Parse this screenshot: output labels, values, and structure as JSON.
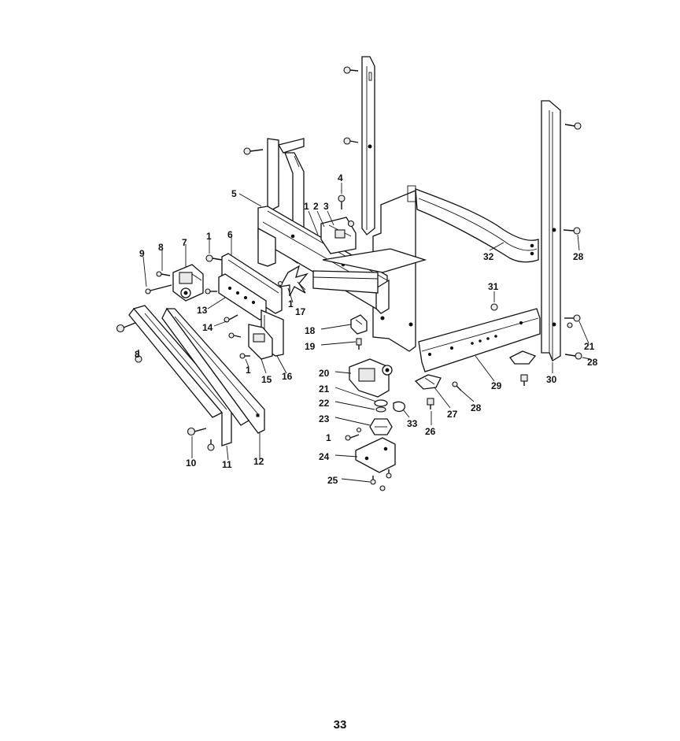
{
  "diagram": {
    "callouts": [
      "1",
      "2",
      "3",
      "4",
      "5",
      "6",
      "7",
      "8",
      "9",
      "1",
      "13",
      "14",
      "17",
      "18",
      "19",
      "1",
      "15",
      "16",
      "8",
      "10",
      "11",
      "12",
      "20",
      "21",
      "22",
      "23",
      "1",
      "24",
      "25",
      "33",
      "26",
      "27",
      "28",
      "29",
      "30",
      "31",
      "32",
      "28",
      "21",
      "28"
    ],
    "page_number": "33"
  }
}
